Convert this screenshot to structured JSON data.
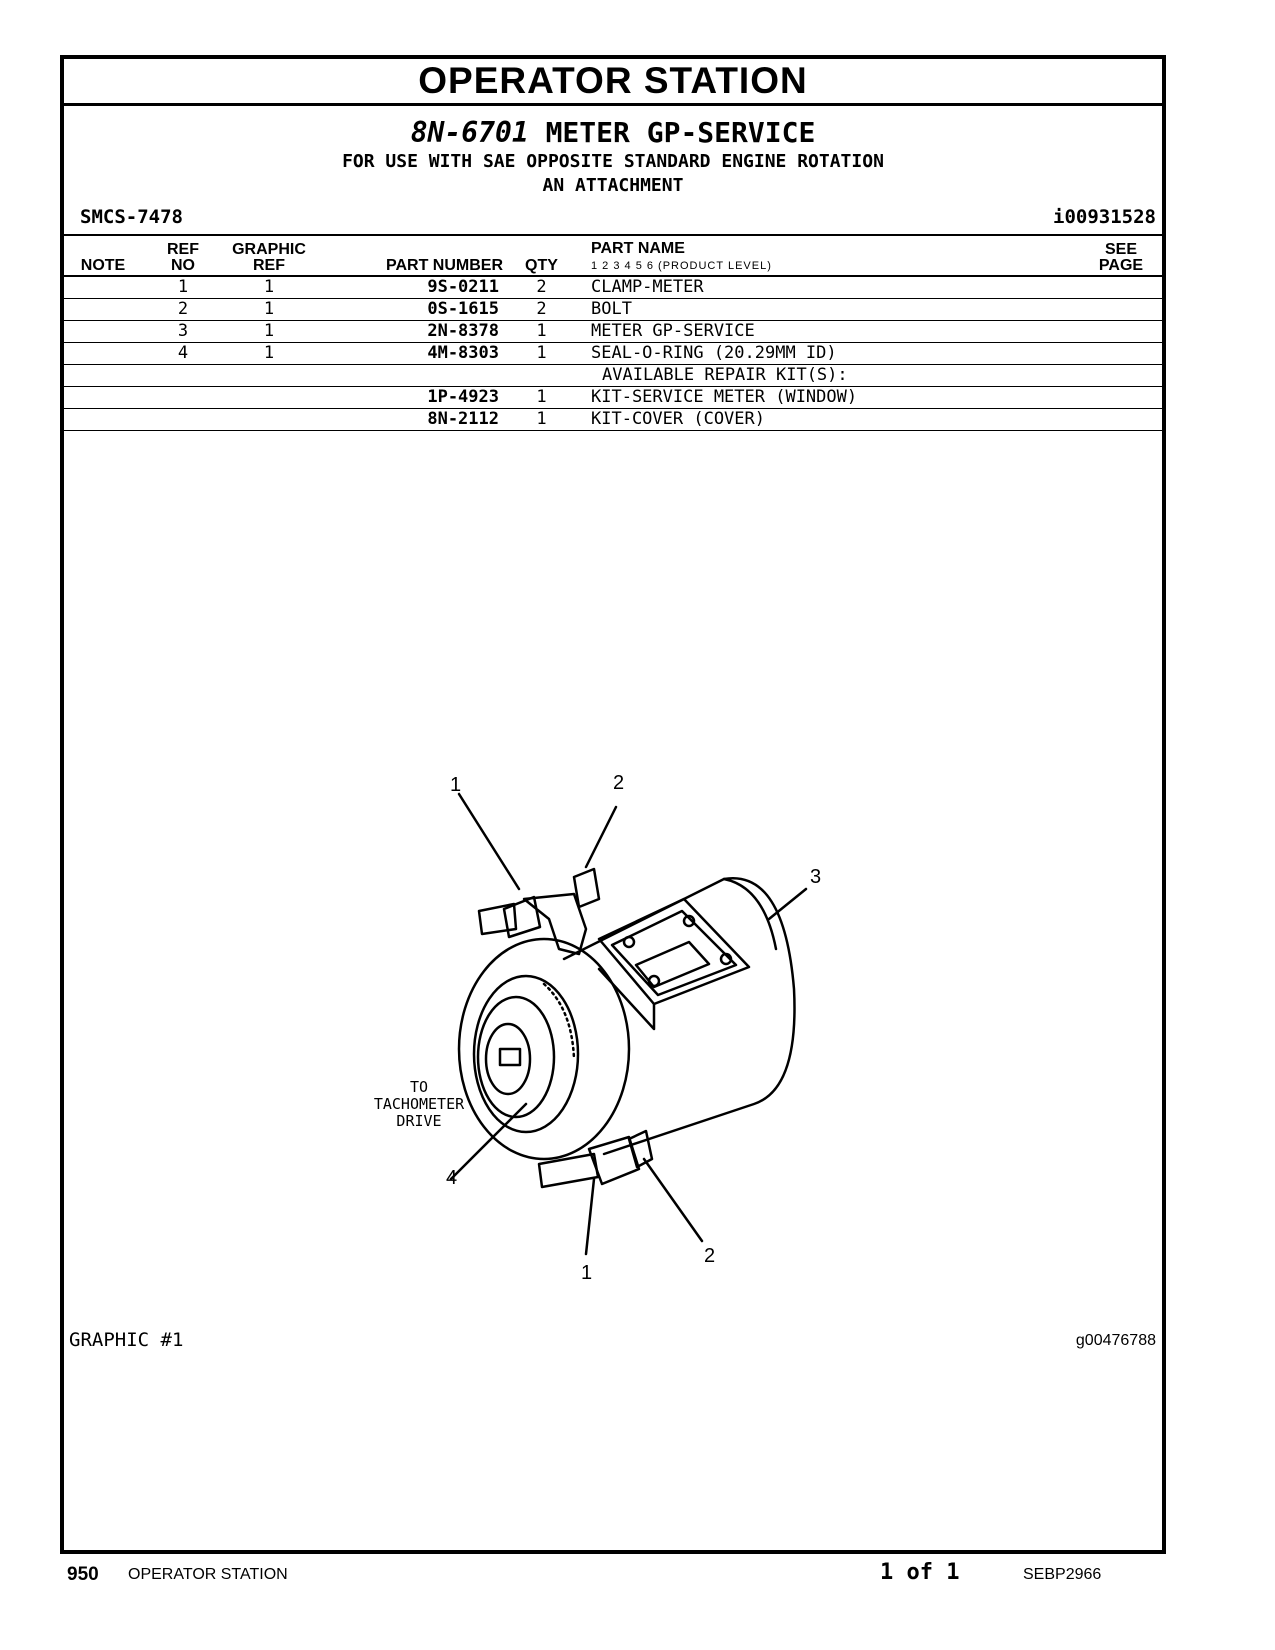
{
  "header": {
    "title": "OPERATOR STATION",
    "part_number": "8N-6701",
    "part_name": "METER GP-SERVICE",
    "usage_line_1": "FOR USE WITH SAE OPPOSITE STANDARD ENGINE ROTATION",
    "usage_line_2": "AN ATTACHMENT",
    "smcs": "SMCS-7478",
    "illustration_id": "i00931528"
  },
  "table": {
    "headers": {
      "note": "NOTE",
      "ref_no_1": "REF",
      "ref_no_2": "NO",
      "graphic_ref_1": "GRAPHIC",
      "graphic_ref_2": "REF",
      "part_number": "PART NUMBER",
      "qty": "QTY",
      "part_name": "PART NAME",
      "product_level": "1   2   3   4   5   6   (PRODUCT LEVEL)",
      "see_page_1": "SEE",
      "see_page_2": "PAGE"
    },
    "rows": [
      {
        "ref": "1",
        "graphic": "1",
        "part": "9S-0211",
        "qty": "2",
        "name": "CLAMP-METER"
      },
      {
        "ref": "2",
        "graphic": "1",
        "part": "0S-1615",
        "qty": "2",
        "name": "BOLT"
      },
      {
        "ref": "3",
        "graphic": "1",
        "part": "2N-8378",
        "qty": "1",
        "name": "METER GP-SERVICE"
      },
      {
        "ref": "4",
        "graphic": "1",
        "part": "4M-8303",
        "qty": "1",
        "name": "SEAL-O-RING (20.29MM ID)"
      }
    ],
    "kits_label": "AVAILABLE REPAIR KIT(S):",
    "kits": [
      {
        "part": "1P-4923",
        "qty": "1",
        "name": "KIT-SERVICE METER (WINDOW)"
      },
      {
        "part": "8N-2112",
        "qty": "1",
        "name": "KIT-COVER (COVER)"
      }
    ]
  },
  "graphic": {
    "callouts": [
      "1",
      "2",
      "3",
      "4",
      "1",
      "2"
    ],
    "drive_label_1": "TO",
    "drive_label_2": "TACHOMETER",
    "drive_label_3": "DRIVE",
    "label": "GRAPHIC #1",
    "id": "g00476788"
  },
  "footer": {
    "page": "950",
    "section": "OPERATOR STATION",
    "count": "1 of 1",
    "doc": "SEBP2966"
  }
}
